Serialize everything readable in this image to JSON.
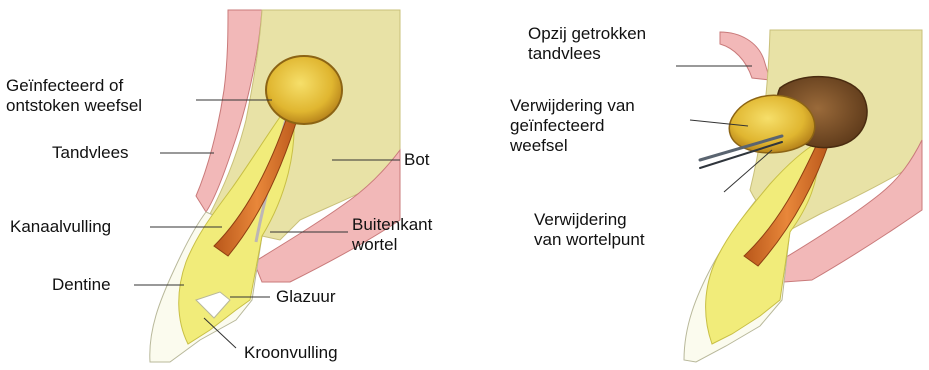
{
  "left_panel": {
    "labels": {
      "infected_tissue": "Geïnfecteerd of\nontstoken weefsel",
      "gum": "Tandvlees",
      "bone": "Bot",
      "canal_filling": "Kanaalvulling",
      "root_outside": "Buitenkant\nwortel",
      "dentine": "Dentine",
      "enamel": "Glazuur",
      "crown_filling": "Kroonvulling"
    }
  },
  "right_panel": {
    "labels": {
      "retracted_gum": "Opzij getrokken\ntandvlees",
      "removal_infected": "Verwijdering van\ngeïnfecteerd\nweefsel",
      "removal_root_tip": "Verwijdering\nvan wortelpunt"
    }
  },
  "colors": {
    "gum": "#f2b8b8",
    "bone": "#e8e2a6",
    "dentine": "#f1ec7a",
    "enamel": "#fbfbee",
    "canal_filling": "#d8752c",
    "infection": "#e3c235",
    "cavity": "#8a5a2e"
  }
}
